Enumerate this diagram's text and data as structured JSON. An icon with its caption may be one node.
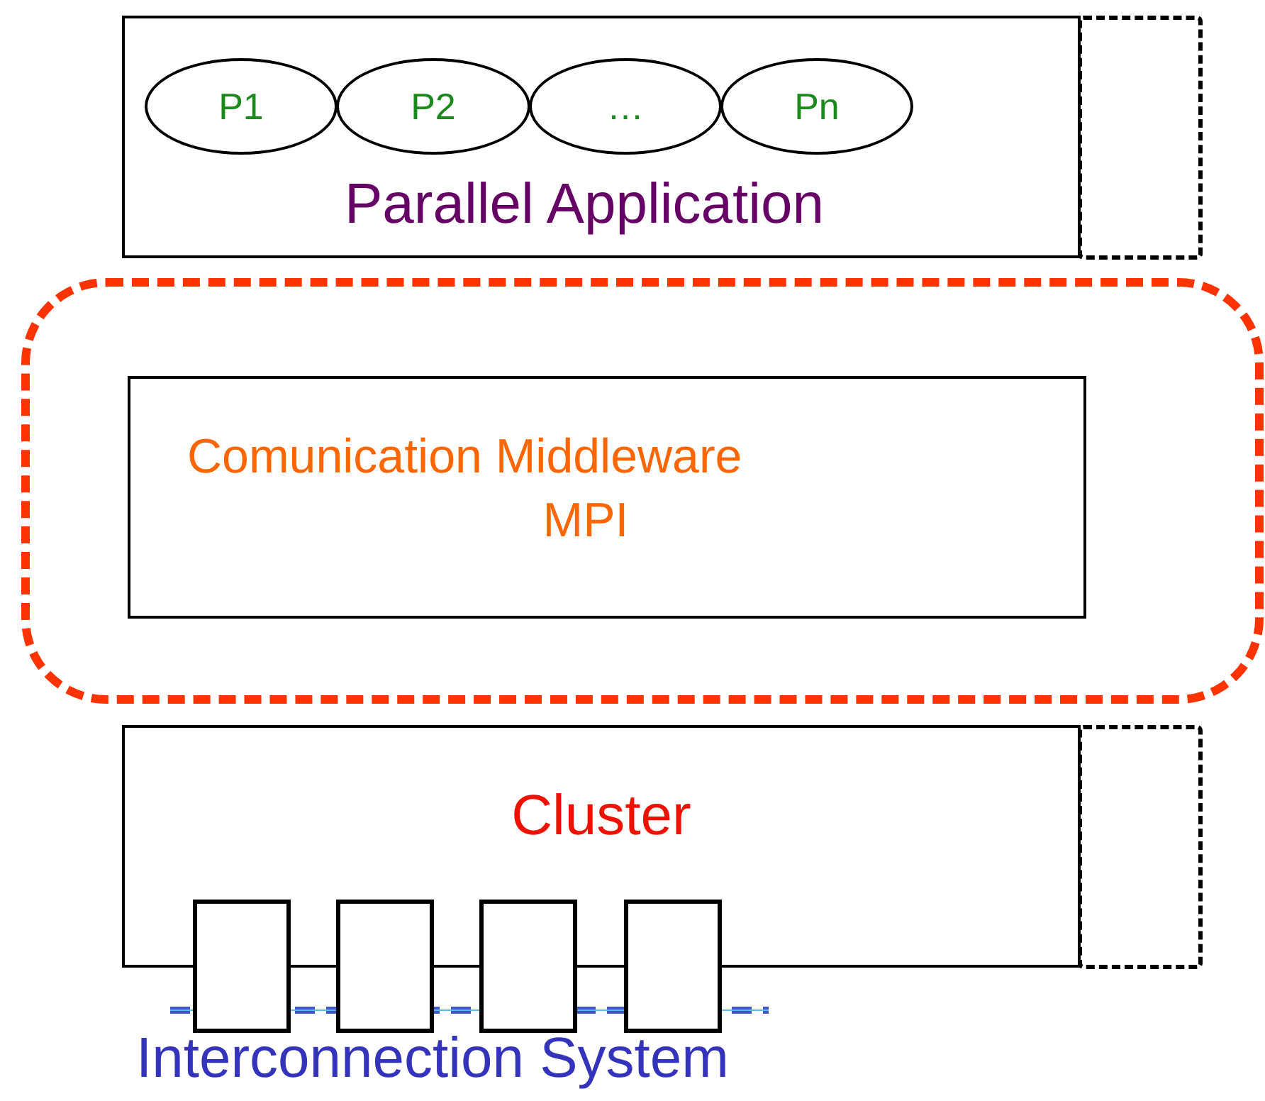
{
  "diagram": {
    "nodes": [
      {
        "text": [
          "Parallel Application"
        ]
      },
      {
        "text": [
          "P1"
        ],
        "in": 0
      },
      {
        "text": [
          "P2"
        ],
        "in": 0
      },
      {
        "text": [
          "…"
        ],
        "in": 0
      },
      {
        "text": [
          "Pn"
        ],
        "in": 0
      },
      {
        "text": [],
        "shape": "box"
      },
      {
        "text": [],
        "shape": "box"
      },
      {
        "text": [
          "Comunication Middleware",
          "MPI"
        ],
        "in": 6
      },
      {
        "text": [
          "Cluster"
        ]
      },
      {
        "text": [],
        "shape": "box"
      },
      {
        "text": [],
        "shape": "box"
      },
      {
        "text": [],
        "shape": "box"
      },
      {
        "text": [],
        "shape": "box"
      },
      {
        "text": [],
        "shape": "box"
      }
    ],
    "labels": [
      "Interconnection System"
    ]
  }
}
